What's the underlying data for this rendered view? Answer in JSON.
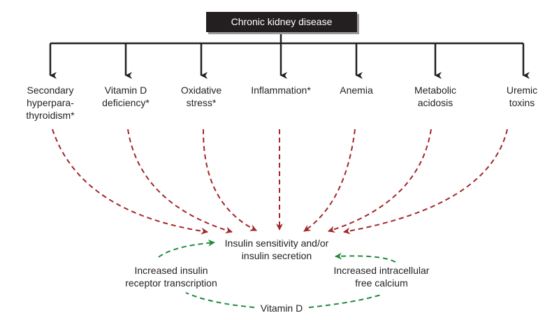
{
  "title": "Chronic kidney disease",
  "causes": [
    {
      "id": "secondary-hyperparathyroidism",
      "lines": [
        "Secondary",
        "hyperpara-",
        "thyroidism*"
      ]
    },
    {
      "id": "vitamin-d-deficiency",
      "lines": [
        "Vitamin D",
        "deficiency*"
      ]
    },
    {
      "id": "oxidative-stress",
      "lines": [
        "Oxidative",
        "stress*"
      ]
    },
    {
      "id": "inflammation",
      "lines": [
        "Inflammation*"
      ]
    },
    {
      "id": "anemia",
      "lines": [
        "Anemia"
      ]
    },
    {
      "id": "metabolic-acidosis",
      "lines": [
        "Metabolic",
        "acidosis"
      ]
    },
    {
      "id": "uremic-toxins",
      "lines": [
        "Uremic",
        "toxins"
      ]
    }
  ],
  "outcome": {
    "lines": [
      "Insulin sensitivity and/or",
      "insulin secretion"
    ]
  },
  "left_mechanism": {
    "lines": [
      "Increased insulin",
      "receptor transcription"
    ]
  },
  "right_mechanism": {
    "lines": [
      "Increased intracellular",
      "free calcium"
    ]
  },
  "vitamin_d": "Vitamin D",
  "colors": {
    "dark": "#231f20",
    "red_dashed": "#a3262a",
    "green_dashed": "#1e8c3a",
    "shadow": "#9a9a9a"
  }
}
